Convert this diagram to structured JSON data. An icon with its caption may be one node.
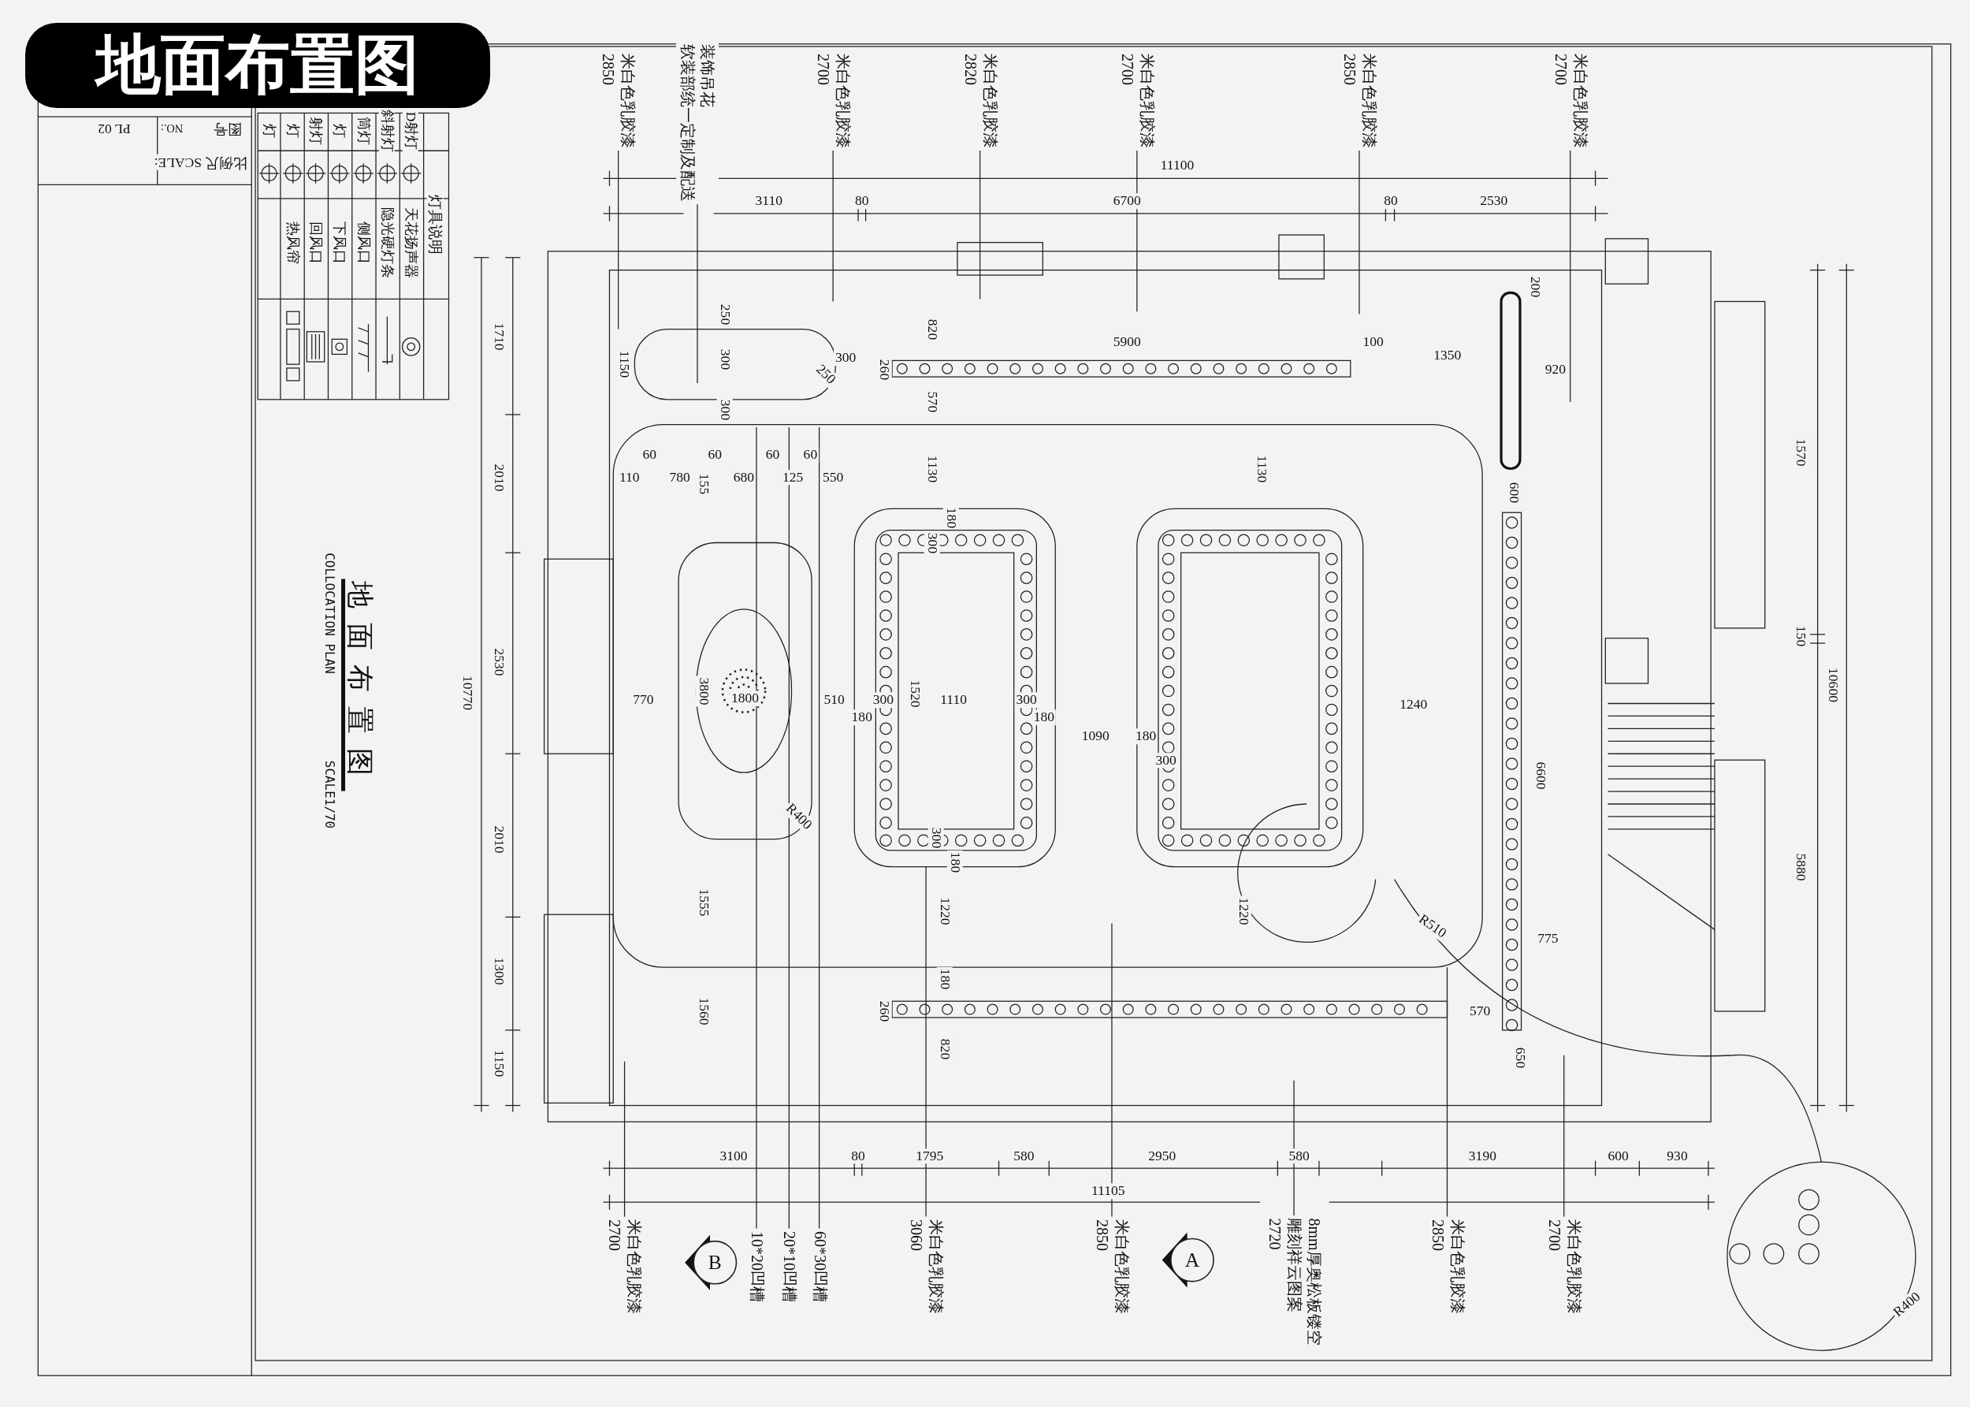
{
  "diagram": {
    "title": "地面布置图",
    "nodes": [
      {
        "text": [
          "米白色乳胶漆",
          "2850"
        ]
      },
      {
        "text": [
          "装饰吊花",
          "软装部统一定制及配送"
        ]
      },
      {
        "text": [
          "米白色乳胶漆",
          "2700"
        ]
      },
      {
        "text": [
          "米白色乳胶漆",
          "2820"
        ]
      },
      {
        "text": [
          "米白色乳胶漆",
          "2700"
        ]
      },
      {
        "text": [
          "米白色乳胶漆",
          "2850"
        ]
      },
      {
        "text": [
          "米白色乳胶漆",
          "2700"
        ]
      },
      {
        "text": [
          "米白色乳胶漆",
          "2700"
        ]
      },
      {
        "text": [
          "10*20凹槽"
        ]
      },
      {
        "text": [
          "20*10凹槽"
        ]
      },
      {
        "text": [
          "60*30凹槽"
        ]
      },
      {
        "text": [
          "米白色乳胶漆",
          "3060"
        ]
      },
      {
        "text": [
          "米白色乳胶漆",
          "2850"
        ]
      },
      {
        "text": [
          "8mm厚奥松板镂空",
          "雕刻祥云图案",
          "2720"
        ]
      },
      {
        "text": [
          "米白色乳胶漆",
          "2850"
        ]
      },
      {
        "text": [
          "米白色乳胶漆",
          "2700"
        ]
      }
    ],
    "edges": [
      {
        "from": 0,
        "to": null,
        "arrow": "none"
      },
      {
        "from": 1,
        "to": null,
        "arrow": "none"
      },
      {
        "from": 2,
        "to": null,
        "arrow": "none"
      },
      {
        "from": 3,
        "to": null,
        "arrow": "none"
      },
      {
        "from": 4,
        "to": null,
        "arrow": "none"
      },
      {
        "from": 5,
        "to": null,
        "arrow": "none"
      },
      {
        "from": 6,
        "to": null,
        "arrow": "none"
      },
      {
        "from": 7,
        "to": null,
        "arrow": "none"
      },
      {
        "from": 8,
        "to": null,
        "arrow": "none"
      },
      {
        "from": 9,
        "to": null,
        "arrow": "none"
      },
      {
        "from": 10,
        "to": null,
        "arrow": "none"
      },
      {
        "from": 11,
        "to": null,
        "arrow": "none"
      },
      {
        "from": 12,
        "to": null,
        "arrow": "none"
      },
      {
        "from": 13,
        "to": null,
        "arrow": "none"
      },
      {
        "from": 14,
        "to": null,
        "arrow": "none"
      },
      {
        "from": 15,
        "to": null,
        "arrow": "none"
      }
    ],
    "labels": [
      "PL 02",
      "NO.:",
      "图号",
      "比例尺 SCALE:",
      "灯具说明",
      "地面布置图",
      "COLLOCATION PLAN",
      "SCALE1/70",
      "11100",
      "3110",
      "80",
      "6700",
      "80",
      "2530",
      "1710",
      "2010",
      "2530",
      "10770",
      "2010",
      "1300",
      "1150",
      "200",
      "250",
      "820",
      "1150",
      "300",
      "250",
      "300",
      "260",
      "5900",
      "100",
      "1350",
      "920",
      "300",
      "570",
      "60",
      "60",
      "60",
      "60",
      "110",
      "780",
      "155",
      "680",
      "125",
      "550",
      "1130",
      "1130",
      "600",
      "180",
      "300",
      "770",
      "3800",
      "1800",
      "510",
      "300",
      "1520",
      "1110",
      "300",
      "1240",
      "180",
      "180",
      "1090",
      "180",
      "300",
      "6600",
      "R400",
      "300",
      "180",
      "1555",
      "1220",
      "1220",
      "R510",
      "775",
      "180",
      "1560",
      "260",
      "570",
      "820",
      "650",
      "1570",
      "150",
      "10600",
      "5880",
      "3100",
      "80",
      "1795",
      "580",
      "2950",
      "580",
      "3190",
      "600",
      "930",
      "11105",
      "B",
      "A",
      "R400"
    ],
    "legend": [
      {
        "text": "D射灯"
      },
      {
        "text": "天花扬声器"
      },
      {
        "text": "斜射灯"
      },
      {
        "text": "隐光硬灯条"
      },
      {
        "text": "筒灯"
      },
      {
        "text": "侧风口"
      },
      {
        "text": "灯"
      },
      {
        "text": "下风口"
      },
      {
        "text": "射灯"
      },
      {
        "text": "回风口"
      },
      {
        "text": "灯"
      },
      {
        "text": "热风帘"
      },
      {
        "text": "灯"
      }
    ]
  }
}
